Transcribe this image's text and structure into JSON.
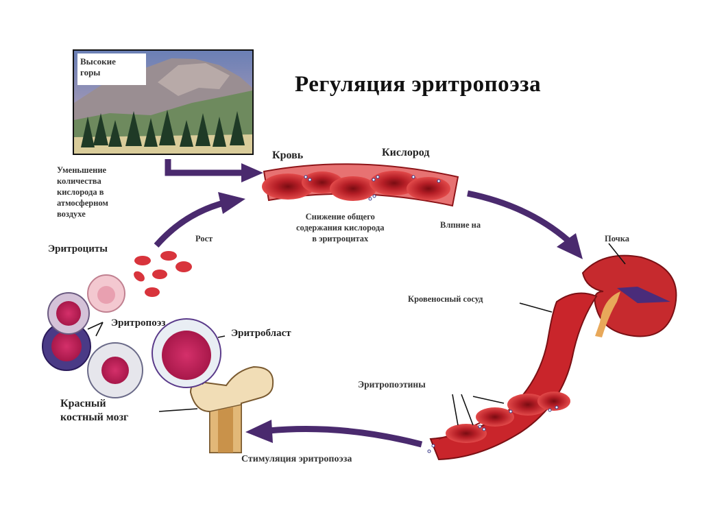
{
  "title": "Регуляция эритропоэза",
  "labels": {
    "mountains": [
      "Высокие",
      "горы"
    ],
    "oxygen_decrease": [
      "Уменьшение",
      "количества",
      "кислорода в",
      "атмосферном",
      "воздухе"
    ],
    "blood": "Кровь",
    "oxygen": "Кислород",
    "total_oxygen_decrease": [
      "Снижение общего",
      "содержания кислорода",
      "в эритроцитах"
    ],
    "influence_on": "Влпние на",
    "kidney": "Почка",
    "blood_vessel": "Кровеносный сосуд",
    "erythropoietins": "Эритропоэтины",
    "stimulation": "Стимуляция эритропоэза",
    "bone_marrow": [
      "Красный",
      "костный мозг"
    ],
    "erythroblast": "Эритробласт",
    "erythropoiesis": "Эритропоэз",
    "erythrocytes": "Эритроциты",
    "growth": "Рост"
  },
  "colors": {
    "arrow": "#4a2a6e",
    "blood_red": "#c0282e",
    "dark_red": "#8e1418",
    "cell_pink": "#f2c4cc",
    "nucleus": "#b0204a",
    "purple_cell": "#5a3a8a"
  }
}
